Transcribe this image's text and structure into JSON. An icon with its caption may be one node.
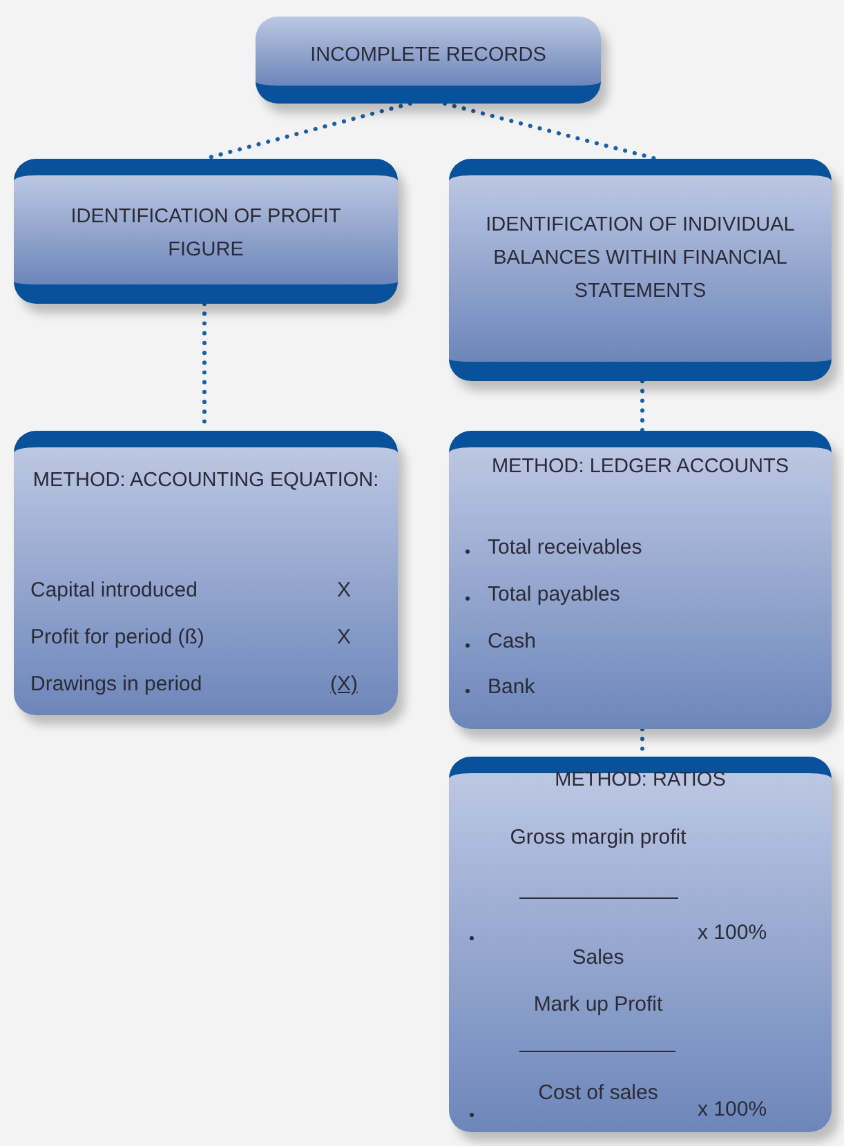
{
  "diagram": {
    "nodes": [
      {
        "text": [
          "INCOMPLETE RECORDS"
        ]
      },
      {
        "text": [
          "IDENTIFICATION OF PROFIT FIGURE"
        ]
      },
      {
        "text": [
          "IDENTIFICATION OF INDIVIDUAL BALANCES WITHIN FINANCIAL STATEMENTS"
        ]
      },
      {
        "text": [
          "METHOD: ACCOUNTING EQUATION:",
          "Capital introduced",
          "X",
          "Profit for period  (ß)",
          "X",
          "Drawings in period",
          "(X)"
        ]
      },
      {
        "text": [
          "METHOD: LEDGER ACCOUNTS",
          "Total receivables",
          "Total payables",
          "Cash",
          "Bank"
        ]
      },
      {
        "text": [
          "METHOD: RATIOS",
          "Gross margin profit",
          "Sales",
          "x  100%",
          "Mark up Profit",
          "Cost of sales",
          "x  100%"
        ]
      }
    ],
    "edges": [
      {
        "from": 0,
        "to": 1,
        "arrow": "none"
      },
      {
        "from": 0,
        "to": 2,
        "arrow": "none"
      },
      {
        "from": 1,
        "to": 3,
        "arrow": "none"
      },
      {
        "from": 2,
        "to": 4,
        "arrow": "none"
      },
      {
        "from": 4,
        "to": 5,
        "arrow": "none"
      }
    ]
  }
}
